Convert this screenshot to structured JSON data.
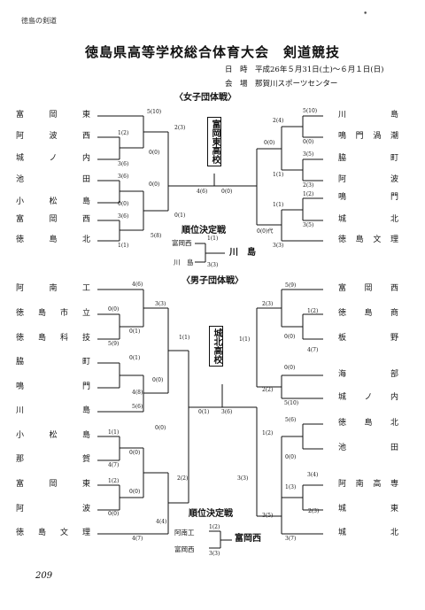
{
  "header": {
    "tag": "徳島の剣道",
    "dot": "•"
  },
  "title": "徳島県高等学校総合体育大会　剣道競技",
  "info": {
    "date": "日　時　平成26年５月31日(土)～６月１日(日)",
    "venue": "会　場　那賀川スポーツセンター"
  },
  "women": {
    "heading": "〈女子団体戦〉",
    "champion": "富岡東高校",
    "left_teams": [
      "富　岡　東",
      "阿　波　西",
      "城　ノ　内",
      "池　田",
      "小　松　島",
      "富　岡　西",
      "徳　島　北"
    ],
    "right_teams": [
      "川　島",
      "鳴門渦潮",
      "脇　町",
      "阿　波",
      "鳴　門",
      "城　北",
      "徳島文理"
    ],
    "scores": [
      "5(10)",
      "2(3)",
      "1(2)",
      "0(0)",
      "3(6)",
      "3(6)",
      "0(0)",
      "0(0)",
      "3(6)",
      "0(1)",
      "4(6)",
      "0(0)",
      "5(8)",
      "1(1)",
      "5(10)",
      "2(4)",
      "0(0)",
      "0(0)",
      "3(5)",
      "1(1)",
      "2(3)",
      "1(2)",
      "1(1)",
      "3(5)",
      "0(0)代",
      "3(3)"
    ],
    "playoff": {
      "heading": "順位決定戦",
      "team_a": "富岡西",
      "team_b": "川　島",
      "score_a": "1(1)",
      "score_b": "3(3)",
      "winner": "川　島"
    }
  },
  "men": {
    "heading": "〈男子団体戦〉",
    "champion": "城北高校",
    "left_teams": [
      "阿　南　工",
      "徳島市立",
      "徳島科技",
      "脇　町",
      "鳴　門",
      "川　島",
      "小　松　島",
      "那　賀",
      "富　岡　東",
      "阿　波",
      "徳島文理"
    ],
    "right_teams": [
      "富　岡　西",
      "徳　島　商",
      "板　野",
      "海　部",
      "城　ノ　内",
      "徳　島　北",
      "池　田",
      "阿南高専",
      "城　東",
      "城　北"
    ],
    "scores": [
      "4(6)",
      "3(3)",
      "0(0)",
      "0(1)",
      "5(9)",
      "1(1)",
      "0(1)",
      "0(0)",
      "4(8)",
      "5(6)",
      "0(0)",
      "1(1)",
      "0(0)",
      "4(7)",
      "1(2)",
      "0(0)",
      "0(0)",
      "2(2)",
      "4(4)",
      "4(7)",
      "0(1)",
      "3(6)",
      "5(9)",
      "2(3)",
      "1(2)",
      "0(0)",
      "4(7)",
      "1(1)",
      "0(0)",
      "2(2)",
      "5(10)",
      "5(6)",
      "1(2)",
      "0(0)",
      "3(3)",
      "3(4)",
      "1(3)",
      "2(3)",
      "3(5)",
      "3(7)"
    ],
    "playoff": {
      "heading": "順位決定戦",
      "team_a": "阿南工",
      "team_b": "富岡西",
      "score_a": "1(2)",
      "score_b": "3(3)",
      "winner": "富岡西"
    }
  },
  "page_number": "209"
}
